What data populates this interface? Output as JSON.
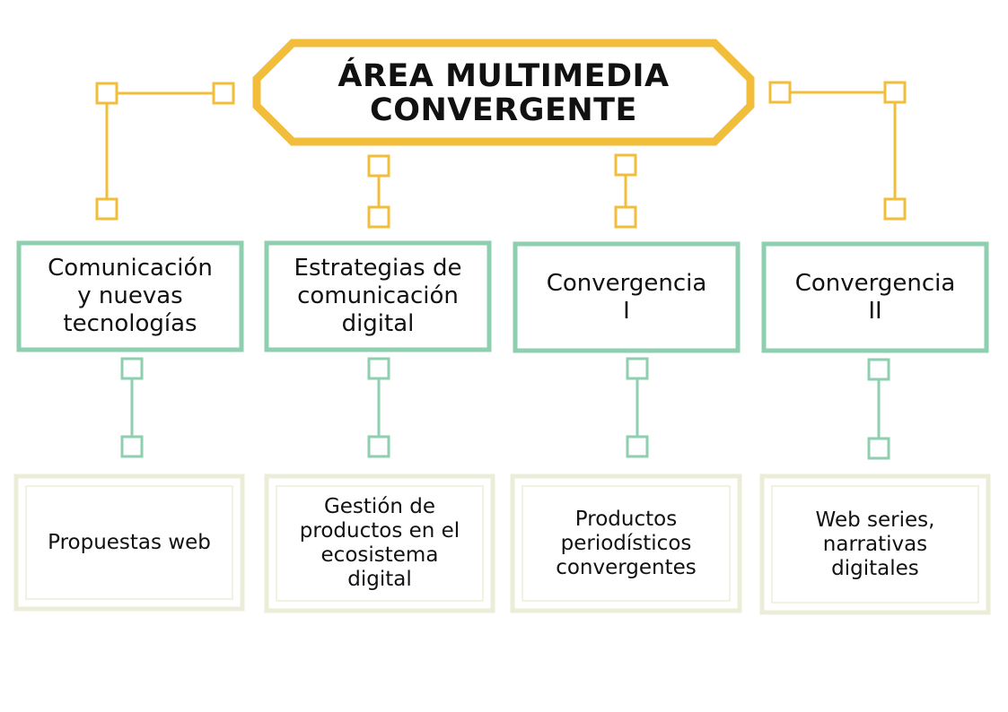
{
  "colors": {
    "accent": "#f3bd3c",
    "category": "#8ecfb0",
    "leaf_border": "#ecedd8",
    "text": "#111111"
  },
  "title": "ÁREA MULTIMEDIA\nCONVERGENTE",
  "categories": [
    {
      "label": "Comunicación\ny nuevas\ntecnologías",
      "child": "Propuestas web"
    },
    {
      "label": "Estrategias de\ncomunicación\ndigital",
      "child": "Gestión de\nproductos en el\necosistema\ndigital"
    },
    {
      "label": "Convergencia\nI",
      "child": "Productos\nperiodísticos\nconvergentes"
    },
    {
      "label": "Convergencia\nII",
      "child": "Web series,\nnarrativas\ndigitales"
    }
  ]
}
